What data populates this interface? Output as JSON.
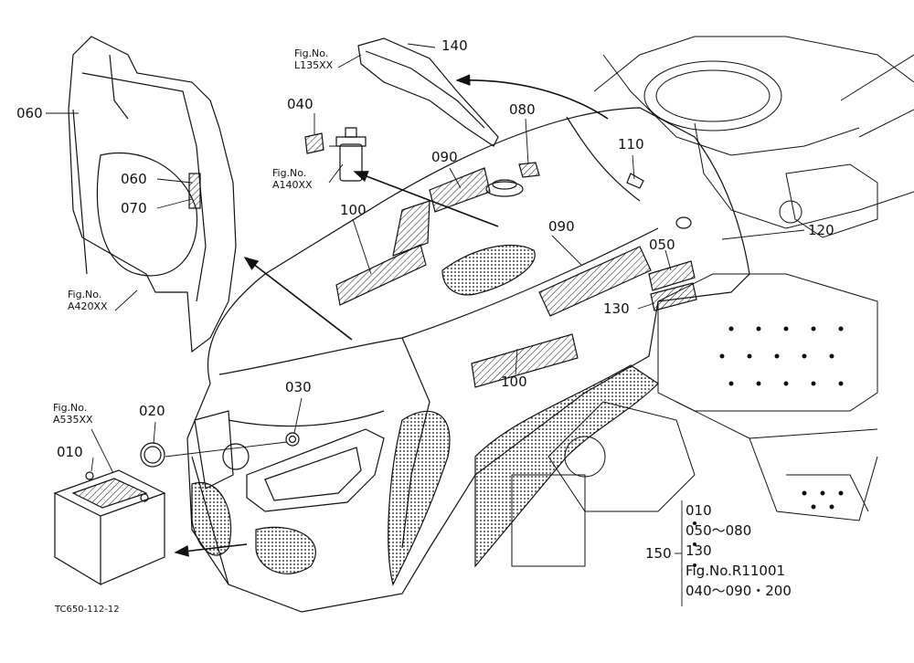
{
  "part_numbers": {
    "p010": "010",
    "p020": "020",
    "p030": "030",
    "p040": "040",
    "p050": "050",
    "p060a": "060",
    "p060b": "060",
    "p070": "070",
    "p080": "080",
    "p090a": "090",
    "p090b": "090",
    "p100a": "100",
    "p100b": "100",
    "p110": "110",
    "p120": "120",
    "p130": "130",
    "p140": "140",
    "p150": "150"
  },
  "figure_refs": {
    "l135": {
      "line1": "Fig.No.",
      "line2": "L135XX"
    },
    "a140": {
      "line1": "Fig.No.",
      "line2": "A140XX"
    },
    "a420": {
      "line1": "Fig.No.",
      "line2": "A420XX"
    },
    "a535": {
      "line1": "Fig.No.",
      "line2": "A535XX"
    }
  },
  "set_legend": {
    "line1": "010",
    "line2": "050～080",
    "line3": "130",
    "line4": "Fig.No.R11001",
    "line5": "040～090・200"
  },
  "drawing_code": "TC650-112-12",
  "colors": {
    "ink": "#111111",
    "background": "#ffffff"
  }
}
